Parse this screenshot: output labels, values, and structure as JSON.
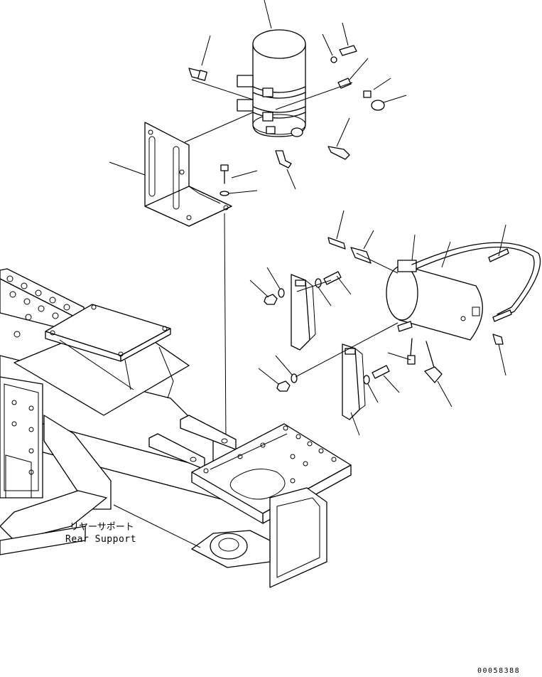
{
  "labels": {
    "part_jp": "リヤーサポート",
    "part_en": "Rear Support",
    "drawing_number": "00058388"
  }
}
